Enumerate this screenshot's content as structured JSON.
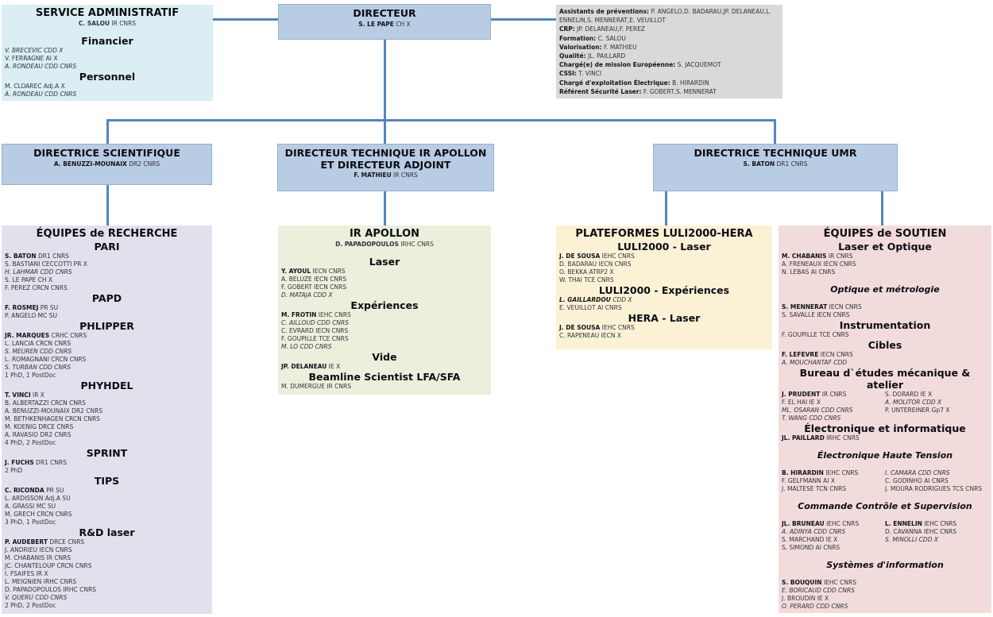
{
  "palette": {
    "connector": "#5585bb",
    "header_blue": "#b8cce4",
    "admin_cyan": "#daeef3",
    "prevention_gray": "#d9d9d9",
    "recherche_purple": "#e4dfec",
    "apollon_green": "#eaf0db",
    "plateformes_yellow": "#fbf2d5",
    "soutien_pink": "#f2dcdb"
  },
  "header_boxes": [
    {
      "title": "DIRECTEUR",
      "leader_b": "S. LE PAPE",
      "leader_r": " CH X"
    },
    {
      "title": "DIRECTRICE SCIENTIFIQUE",
      "leader_b": "A. BENUZZI-MOUNAIX",
      "leader_r": " DR2 CNRS"
    },
    {
      "title": "DIRECTEUR TECHNIQUE IR APOLLON ET DIRECTEUR ADJOINT",
      "leader_b": "F. MATHIEU",
      "leader_r": " IR CNRS"
    },
    {
      "title": "DIRECTRICE TECHNIQUE UMR",
      "leader_b": "S. BATON",
      "leader_r": " DR1 CNRS"
    }
  ],
  "admin_box": {
    "items": [
      {
        "t": "title",
        "text": "SERVICE ADMINISTRATIF"
      },
      {
        "t": "lead",
        "b": "C. SALOU",
        "r": " IR CNRS"
      },
      {
        "t": "gap"
      },
      {
        "t": "team",
        "text": "Financier"
      },
      {
        "t": "pi",
        "r": "V. BRECEVIC CDD X"
      },
      {
        "t": "p",
        "r": "V. FERRAGNE AI X"
      },
      {
        "t": "pi",
        "r": "A. RONDEAU CDD CNRS"
      },
      {
        "t": "team",
        "text": "Personnel"
      },
      {
        "t": "p",
        "r": "M. CLOAREC Adj.A X"
      },
      {
        "t": "pi",
        "r": "A. RONDEAU CDD CNRS"
      }
    ]
  },
  "prevention_box": {
    "items": [
      {
        "t": "p",
        "b": "Assistants de préventions:",
        "r": " P. ANGELO,D. BADARAU,JP. DELANEAU,L. ENNELIN,S. MENNERAT,E. VEUILLOT"
      },
      {
        "t": "p",
        "b": "CRP:",
        "r": " JP. DELANEAU,F. PEREZ"
      },
      {
        "t": "p",
        "b": "Formation:",
        "r": " C. SALOU"
      },
      {
        "t": "p",
        "b": "Valorisation:",
        "r": " F. MATHIEU"
      },
      {
        "t": "p",
        "b": "Qualité:",
        "r": " JL. PAILLARD"
      },
      {
        "t": "p",
        "b": "Chargé(e) de mission Européenne:",
        "r": " S. JACQUEMOT"
      },
      {
        "t": "p",
        "b": "CSSI:",
        "r": " T. VINCI"
      },
      {
        "t": "p",
        "b": "Chargé d'exploitation Électrique:",
        "r": " B. HIRARDIN"
      },
      {
        "t": "p",
        "b": "Référent Sécurité Laser:",
        "r": " F. GOBERT,S. MENNERAT"
      }
    ]
  },
  "recherche_box": {
    "items": [
      {
        "t": "title",
        "text": "ÉQUIPES de RECHERCHE"
      },
      {
        "t": "team",
        "text": "PARI"
      },
      {
        "t": "p",
        "b": "S. BATON",
        "r": " DR1 CNRS"
      },
      {
        "t": "p",
        "r": "S. BASTIANI CECCOTTI PR X"
      },
      {
        "t": "pi",
        "r": "H. LAHMAR CDD CNRS"
      },
      {
        "t": "p",
        "r": "S. LE PAPE CH X"
      },
      {
        "t": "p",
        "r": "F. PEREZ CRCN CNRS"
      },
      {
        "t": "team",
        "text": "PAPD"
      },
      {
        "t": "p",
        "b": "F. ROSMEJ",
        "r": " PR SU"
      },
      {
        "t": "p",
        "r": "P. ANGELO MC SU"
      },
      {
        "t": "team",
        "text": "PHLIPPER"
      },
      {
        "t": "p",
        "b": "JR. MARQUES",
        "r": " CRHC CNRS"
      },
      {
        "t": "p",
        "r": "L. LANCIA CRCN CNRS"
      },
      {
        "t": "pi",
        "r": "S. MEUREN CDD CNRS"
      },
      {
        "t": "p",
        "r": "L. ROMAGNANI CRCN CNRS"
      },
      {
        "t": "pi",
        "r": "S. TURBAN CDD CNRS"
      },
      {
        "t": "p",
        "r": "1 PhD, 1 PostDoc"
      },
      {
        "t": "team",
        "text": "PHYHDEL"
      },
      {
        "t": "p",
        "b": "T. VINCI",
        "r": " IR X"
      },
      {
        "t": "p",
        "r": "B. ALBERTAZZI CRCN CNRS"
      },
      {
        "t": "p",
        "r": "A. BENUZZI-MOUNAIX DR2 CNRS"
      },
      {
        "t": "p",
        "r": "M. BETHKENHAGEN CRCN CNRS"
      },
      {
        "t": "p",
        "r": "M. KOENIG DRCE CNRS"
      },
      {
        "t": "p",
        "r": "A. RAVASIO DR2 CNRS"
      },
      {
        "t": "p",
        "r": "4 PhD, 2 PostDoc"
      },
      {
        "t": "team",
        "text": "SPRINT"
      },
      {
        "t": "p",
        "b": "J. FUCHS",
        "r": " DR1 CNRS"
      },
      {
        "t": "p",
        "r": "2 PhD"
      },
      {
        "t": "team",
        "text": "TIPS"
      },
      {
        "t": "p",
        "b": "C. RICONDA",
        "r": " PR SU"
      },
      {
        "t": "p",
        "r": "L. ARDISSON Adj.A SU"
      },
      {
        "t": "p",
        "r": "A. GRASSI MC SU"
      },
      {
        "t": "p",
        "r": "M. GRECH CRCN CNRS"
      },
      {
        "t": "p",
        "r": "3 PhD, 1 PostDoc"
      },
      {
        "t": "team",
        "text": "R&D laser"
      },
      {
        "t": "p",
        "b": "P. AUDEBERT",
        "r": " DRCE CNRS"
      },
      {
        "t": "p",
        "r": "J. ANDRIEU IECN CNRS"
      },
      {
        "t": "p",
        "r": "M. CHABANIS IR CNRS"
      },
      {
        "t": "p",
        "r": "JC. CHANTELOUP CRCN CNRS"
      },
      {
        "t": "p",
        "r": "I. FSAIFES IR X"
      },
      {
        "t": "p",
        "r": "L. MEIGNIEN IRHC CNRS"
      },
      {
        "t": "p",
        "r": "D. PAPADOPOULOS IRHC CNRS"
      },
      {
        "t": "pi",
        "r": "V. QUERU CDD CNRS"
      },
      {
        "t": "p",
        "r": "2 PhD, 2 PostDoc"
      }
    ]
  },
  "apollon_box": {
    "items": [
      {
        "t": "title",
        "text": "IR APOLLON"
      },
      {
        "t": "lead",
        "b": "D. PAPADOPOULOS",
        "r": " IRHC CNRS"
      },
      {
        "t": "gap"
      },
      {
        "t": "team",
        "text": "Laser"
      },
      {
        "t": "p",
        "b": "Y. AYOUL",
        "r": " IECN CNRS"
      },
      {
        "t": "p",
        "r": "A. BELUZE IECN CNRS"
      },
      {
        "t": "p",
        "r": "F. GOBERT IECN CNRS"
      },
      {
        "t": "pi",
        "r": "D. MATAJA CDD X"
      },
      {
        "t": "team",
        "text": "Expériences"
      },
      {
        "t": "p",
        "b": "M. FROTIN",
        "r": " IEHC CNRS"
      },
      {
        "t": "pi",
        "r": "C. AILLOUD CDD CNRS"
      },
      {
        "t": "p",
        "r": "C. EVRARD IECN CNRS"
      },
      {
        "t": "p",
        "r": "F. GOUPILLE TCE CNRS"
      },
      {
        "t": "pi",
        "r": "M. LO CDD CNRS"
      },
      {
        "t": "team",
        "text": "Vide"
      },
      {
        "t": "p",
        "b": "JP. DELANEAU",
        "r": " IE X"
      },
      {
        "t": "team",
        "text": "Beamline Scientist LFA/SFA"
      },
      {
        "t": "p",
        "r": "M. DUMERGUE IR CNRS"
      }
    ]
  },
  "plateformes_box": {
    "items": [
      {
        "t": "title",
        "text": "PLATEFORMES LULI2000-HERA"
      },
      {
        "t": "team",
        "text": "LULI2000 - Laser"
      },
      {
        "t": "p",
        "b": "J. DE SOUSA",
        "r": " IEHC CNRS"
      },
      {
        "t": "p",
        "r": "D. BADARAU IECN CNRS"
      },
      {
        "t": "p",
        "r": "O. BEKKA ATRP2 X"
      },
      {
        "t": "p",
        "r": "W. THAI TCE CNRS"
      },
      {
        "t": "team",
        "text": "LULI2000 - Expériences"
      },
      {
        "t": "pi",
        "b": "L. GAILLARDOU",
        "r": " CDD X"
      },
      {
        "t": "p",
        "r": "E. VEUILLOT AI CNRS"
      },
      {
        "t": "team",
        "text": "HERA - Laser"
      },
      {
        "t": "p",
        "b": "J. DE SOUSA",
        "r": " IEHC CNRS"
      },
      {
        "t": "p",
        "r": "C. RAPENEAU IECN X"
      }
    ]
  },
  "soutien_box": {
    "items": [
      {
        "t": "title",
        "text": "ÉQUIPES de SOUTIEN"
      },
      {
        "t": "team",
        "text": "Laser et Optique"
      },
      {
        "t": "p",
        "b": "M. CHABANIS",
        "r": " IR CNRS"
      },
      {
        "t": "p",
        "r": "A. FRENEAUX IECN CNRS"
      },
      {
        "t": "p",
        "r": "N. LEBAS AI CNRS"
      },
      {
        "t": "gap"
      },
      {
        "t": "teamit",
        "text": "Optique et métrologie"
      },
      {
        "t": "gap"
      },
      {
        "t": "p",
        "b": "S. MENNERAT",
        "r": " IECN CNRS"
      },
      {
        "t": "p",
        "r": "S. SAVALLE IECN CNRS"
      },
      {
        "t": "team",
        "text": "Instrumentation"
      },
      {
        "t": "p",
        "r": "F. GOUPILLE TCE CNRS"
      },
      {
        "t": "team",
        "text": "Cibles"
      },
      {
        "t": "p",
        "b": "F. LEFEVRE",
        "r": " IECN CNRS"
      },
      {
        "t": "pi",
        "r": "A. MOUCHANTAF CDD"
      },
      {
        "t": "team",
        "text": "Bureau d`études mécanique & atelier"
      },
      {
        "t": "cols",
        "left": [
          {
            "t": "p",
            "b": "J. PRUDENT",
            "r": " IR CNRS"
          },
          {
            "t": "p",
            "r": "F. EL HAI IE X"
          },
          {
            "t": "pi",
            "r": "ML. OSARAN CDD CNRS"
          },
          {
            "t": "pi",
            "r": "T. WANG CDD CNRS"
          }
        ],
        "right": [
          {
            "t": "p",
            "r": "S. DORARD IE X"
          },
          {
            "t": "pi",
            "r": "A. MOLITOR CDD X"
          },
          {
            "t": "p",
            "r": "P. UNTEREINER Gp7 X"
          }
        ]
      },
      {
        "t": "team",
        "text": "Électronique et informatique"
      },
      {
        "t": "p",
        "b": "JL. PAILLARD",
        "r": " IRHC CNRS"
      },
      {
        "t": "gap"
      },
      {
        "t": "teamit",
        "text": "Électronique Haute Tension"
      },
      {
        "t": "gap"
      },
      {
        "t": "cols",
        "left": [
          {
            "t": "p",
            "b": "B. HIRARDIN",
            "r": " IEHC CNRS"
          },
          {
            "t": "p",
            "r": "F. GELFMANN AI X"
          },
          {
            "t": "p",
            "r": "J. MALTESE TCN CNRS"
          }
        ],
        "right": [
          {
            "t": "pi",
            "r": "I. CAMARA CDD CNRS"
          },
          {
            "t": "p",
            "r": "C. GODINHO AI CNRS"
          },
          {
            "t": "p",
            "r": "J. MOURA RODRIGUES TCS CNRS"
          }
        ]
      },
      {
        "t": "gap"
      },
      {
        "t": "teamit",
        "text": "Commande Contrôle et Supervision"
      },
      {
        "t": "gap"
      },
      {
        "t": "cols",
        "left": [
          {
            "t": "p",
            "b": "JL. BRUNEAU",
            "r": " IEHC CNRS"
          },
          {
            "t": "pi",
            "r": "A. ADINYA CDD CNRS"
          },
          {
            "t": "p",
            "r": "S. MARCHAND IE X"
          },
          {
            "t": "p",
            "r": "S. SIMOND AI CNRS"
          }
        ],
        "right": [
          {
            "t": "p",
            "b": "L. ENNELIN",
            "r": " IEHC CNRS"
          },
          {
            "t": "p",
            "r": "D. CAVANNA IEHC CNRS"
          },
          {
            "t": "pi",
            "r": "S. MINOLLI CDD X"
          }
        ]
      },
      {
        "t": "gap"
      },
      {
        "t": "teamit",
        "text": "Systèmes d'information"
      },
      {
        "t": "gap"
      },
      {
        "t": "p",
        "b": "S. BOUQUIN",
        "r": " IEHC CNRS"
      },
      {
        "t": "pi",
        "r": "E. BORICAUD CDD CNRS"
      },
      {
        "t": "p",
        "r": "J. BROUDIN IE X"
      },
      {
        "t": "pi",
        "r": "O. PERARD CDD CNRS"
      }
    ]
  }
}
